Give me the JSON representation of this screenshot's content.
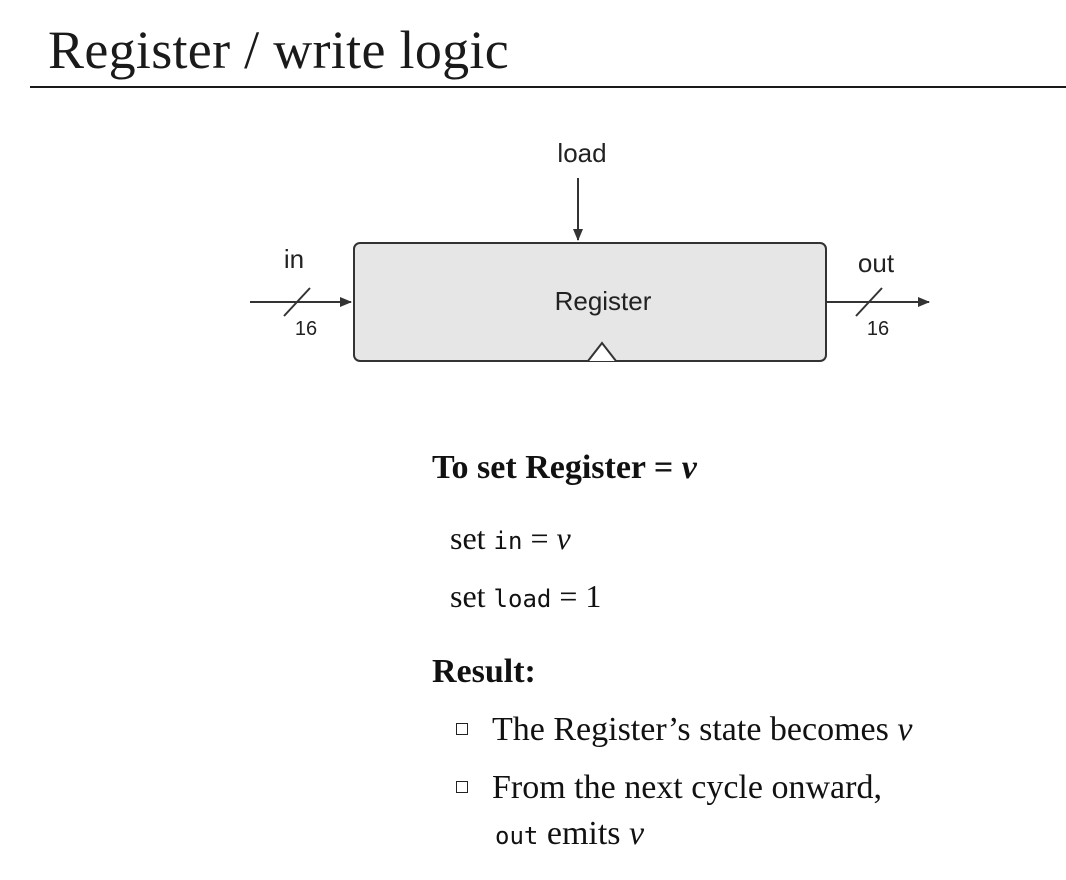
{
  "slide": {
    "title": "Register / write logic"
  },
  "diagram": {
    "block_label": "Register",
    "control_label": "load",
    "input_label": "in",
    "input_width": "16",
    "output_label": "out",
    "output_width": "16"
  },
  "procedure": {
    "heading_prefix": "To set Register = ",
    "heading_var": "v",
    "steps": [
      {
        "prefix": "set ",
        "signal": "in",
        "op": " = ",
        "value": "v"
      },
      {
        "prefix": "set ",
        "signal": "load",
        "op": " = ",
        "value": "1"
      }
    ]
  },
  "result": {
    "heading": "Result:",
    "bullets": [
      {
        "text": "The Register’s state becomes ",
        "var": "v"
      },
      {
        "line1": "From the next cycle onward,",
        "signal": "out",
        "text": " emits ",
        "var": "v"
      }
    ]
  },
  "colors": {
    "block_fill": "#e6e6e6",
    "stroke": "#333333",
    "text": "#111111"
  }
}
